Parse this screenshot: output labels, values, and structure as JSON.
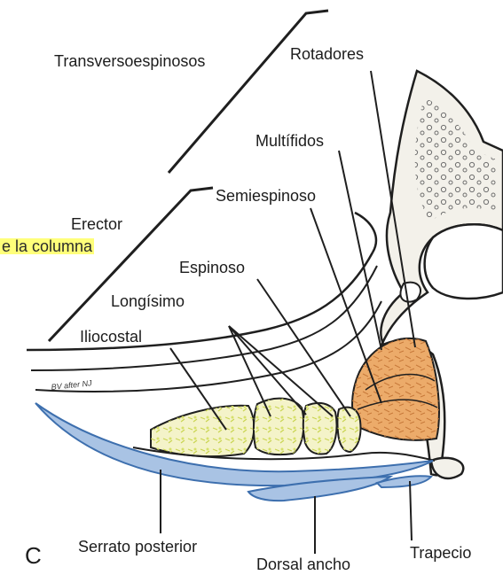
{
  "labels": {
    "transversoespinosos": "Transversoespinosos",
    "rotadores": "Rotadores",
    "multifidos": "Multífidos",
    "semiespinoso": "Semiespinoso",
    "erector_line1": "Erector",
    "erector_line2": "e la columna",
    "espinoso": "Espinoso",
    "longisimo": "Longísimo",
    "iliocostal": "Iliocostal",
    "serrato_posterior": "Serrato posterior",
    "dorsal_ancho": "Dorsal ancho",
    "trapecio": "Trapecio",
    "panel_letter": "C",
    "artist_signature": "BV after NJ"
  },
  "colors": {
    "outline": "#1f1f1f",
    "bone": "#f3f1ea",
    "bone_dots": "#6f6f6f",
    "erector_fill": "#f4f3c9",
    "erector_spots": "#d6e06a",
    "transverso_fill": "#ecab6a",
    "superficial_fill": "#a9c3e4",
    "superficial_edge": "#3d6fae",
    "highlight": "#ffff7a"
  }
}
